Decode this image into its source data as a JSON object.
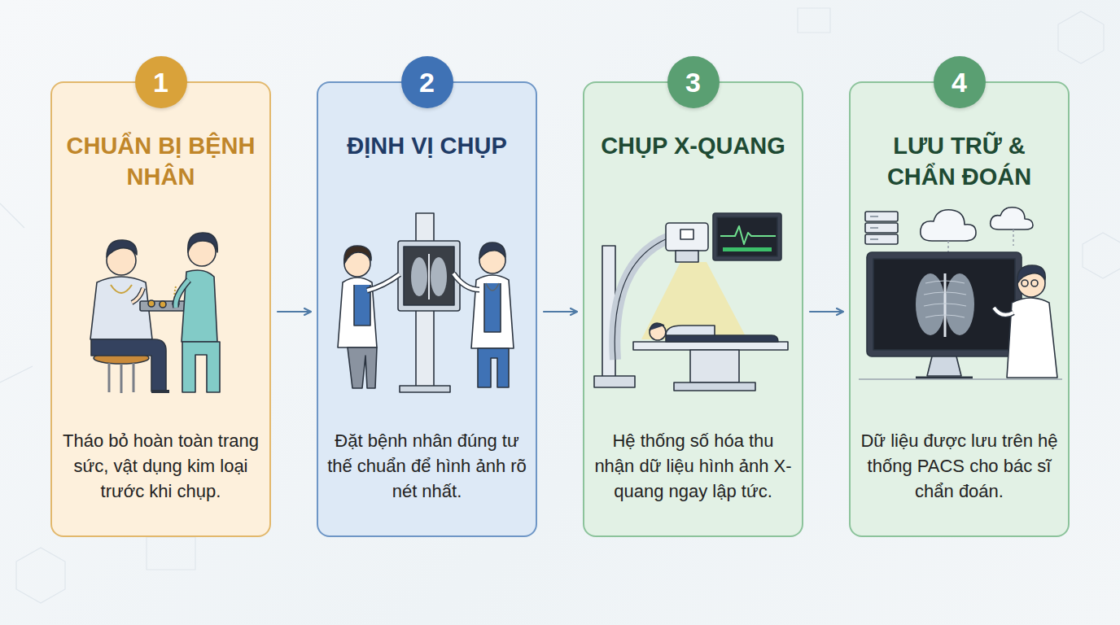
{
  "diagram": {
    "nodes": [
      {
        "text": [
          "CHUẨN BỊ BỆNH NHÂN",
          "Tháo bỏ hoàn toàn trang sức, vật dụng kim loại trước khi chụp."
        ]
      },
      {
        "text": [
          "1"
        ],
        "in": 0
      },
      {
        "text": [
          "ĐỊNH VỊ CHỤP",
          "Đặt bệnh nhân đúng tư thế chuẩn để hình ảnh rõ nét nhất."
        ]
      },
      {
        "text": [
          "2"
        ],
        "in": 2
      },
      {
        "text": [
          "CHỤP X-QUANG",
          "Hệ thống số hóa thu nhận dữ liệu hình ảnh X-quang ngay lập tức."
        ]
      },
      {
        "text": [
          "3"
        ],
        "in": 4
      },
      {
        "text": [
          "LƯU TRỮ & CHẨN ĐOÁN",
          "Dữ liệu được lưu trên hệ thống PACS cho bác sĩ chẩn đoán."
        ]
      },
      {
        "text": [
          "4"
        ],
        "in": 6
      }
    ],
    "edges": [
      {
        "from": 0,
        "to": 2,
        "arrow": "to"
      },
      {
        "from": 2,
        "to": 4,
        "arrow": "to"
      },
      {
        "from": 4,
        "to": 6,
        "arrow": "to"
      }
    ]
  }
}
